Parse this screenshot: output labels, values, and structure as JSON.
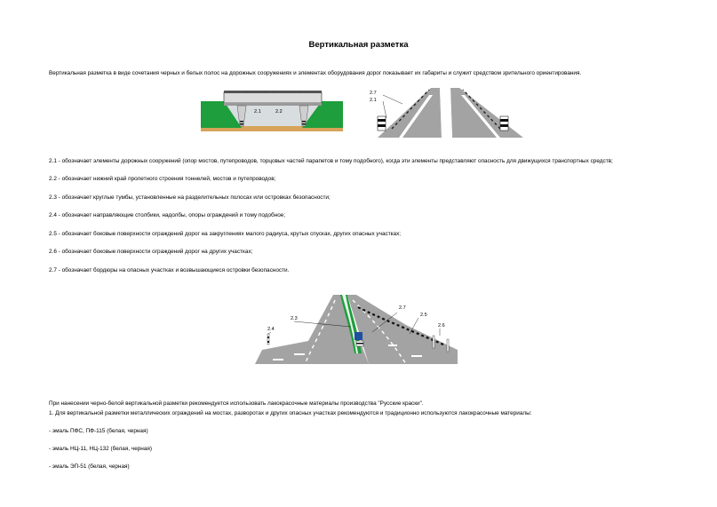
{
  "title": "Вертикальная разметка",
  "intro": "Вертикальная разметка в виде сочетания черных и белых полос на дорожных сооружениях и элементах оборудования дорог показывает их габариты и служит средством зрительного ориентирования.",
  "figure1_labels": {
    "a": "2.1",
    "b": "2.2"
  },
  "figure2_labels": {
    "a": "2.7",
    "b": "2.1"
  },
  "definitions": [
    "2.1 - обозначает элементы дорожных сооружений (опор мостов, путепроводов, торцовых частей парапетов и тому подобного), когда эти элементы представляют опасность для движущихся транспортных средств;",
    "2.2 - обозначает нижний край пролетного строения тоннелей, мостов и путепроводов;",
    "2.3 - обозначает круглые тумбы, установленные на разделительных полосах или островках безопасности;",
    "2.4 - обозначает направляющие столбики, надолбы, опоры ограждений и тому подобное;",
    "2.5 - обозначает боковые поверхности ограждений дорог на закруглениях малого радиуса, крутых спусках, других опасных участках;",
    "2.6 - обозначает боковые поверхности ограждений дорог на других участках;",
    "2.7 - обозначает бордюры на опасных участках и возвышающиеся островки безопасности."
  ],
  "figure3_labels": {
    "l23": "2.3",
    "l24": "2.4",
    "l27": "2.7",
    "l25": "2.5",
    "l26": "2.6"
  },
  "paint_intro": "При нанесении черно-белой вертикальной разметки рекомендуется использовать лакокрасочные материалы производства \"Русские краски\".",
  "paint_point1": "1. Для вертикальной разметки металлических ограждений на мостах, разворотах и других опасных участках рекомендуются и традиционно используются лакокрасочные материалы:",
  "paints": [
    "- эмаль ПФС, ПФ-115 (белая, черная)",
    "- эмаль НЦ-11, НЦ-132 (белая, черная)",
    "- эмаль ЭП-51 (белая, черная)"
  ],
  "colors": {
    "grass": "#1e9e3c",
    "road": "#a3a3a3",
    "sign": "#1f4fa0"
  }
}
